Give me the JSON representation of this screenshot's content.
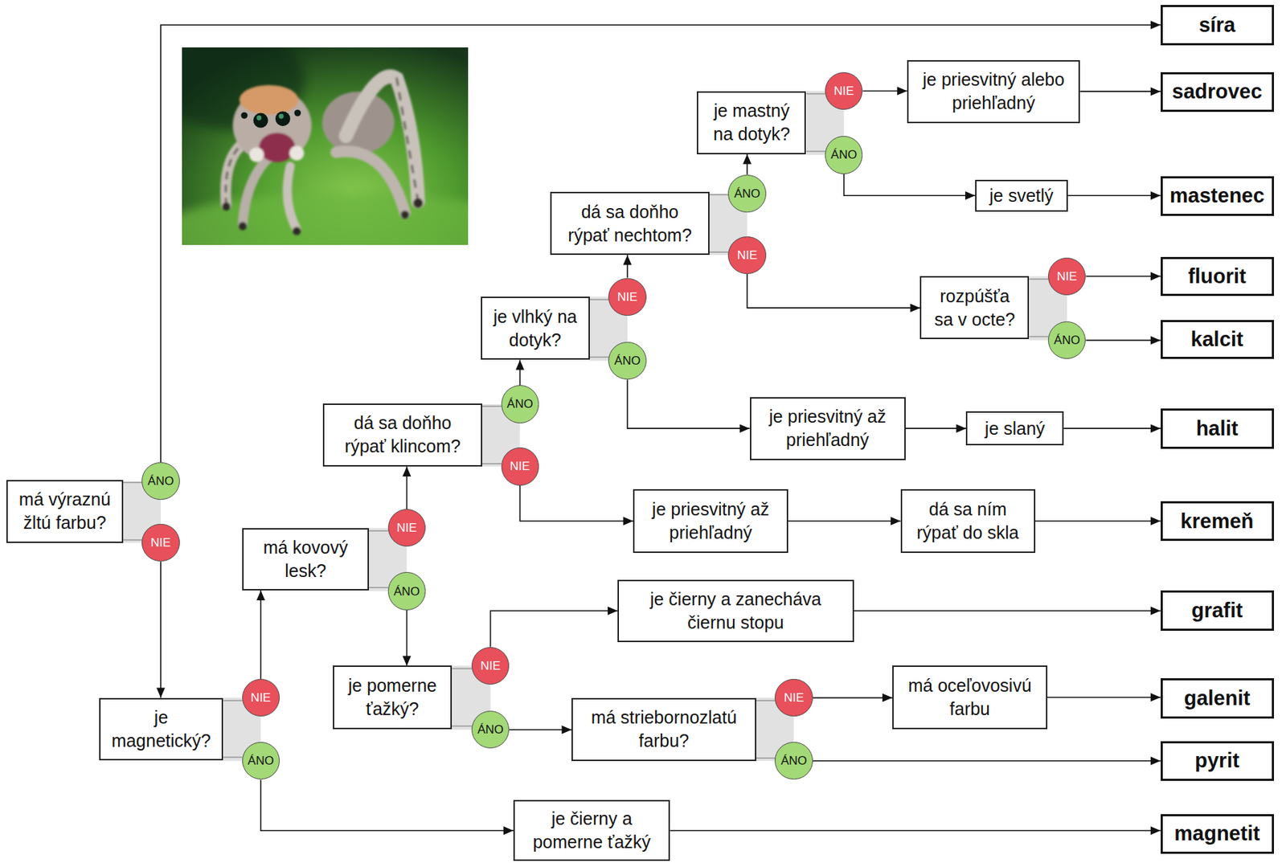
{
  "diagram": {
    "nodes": [
      {
        "text": [
          "má výraznú žltú farbu?"
        ]
      },
      {
        "text": [
          "ÁNO"
        ]
      },
      {
        "text": [
          "NIE"
        ]
      },
      {
        "text": [
          "síra"
        ]
      },
      {
        "text": [
          "je magnetický?"
        ]
      },
      {
        "text": [
          "NIE"
        ]
      },
      {
        "text": [
          "ÁNO"
        ]
      },
      {
        "text": [
          "je čierny a pomerne ťažký"
        ]
      },
      {
        "text": [
          "magnetit"
        ]
      },
      {
        "text": [
          "má kovový lesk?"
        ]
      },
      {
        "text": [
          "NIE"
        ]
      },
      {
        "text": [
          "ÁNO"
        ]
      },
      {
        "text": [
          "je pomerne ťažký?"
        ]
      },
      {
        "text": [
          "NIE"
        ]
      },
      {
        "text": [
          "ÁNO"
        ]
      },
      {
        "text": [
          "je čierny a zanecháva čiernu stopu"
        ]
      },
      {
        "text": [
          "grafit"
        ]
      },
      {
        "text": [
          "má striebornozlatú farbu?"
        ]
      },
      {
        "text": [
          "NIE"
        ]
      },
      {
        "text": [
          "ÁNO"
        ]
      },
      {
        "text": [
          "má oceľovosivú farbu"
        ]
      },
      {
        "text": [
          "galenit"
        ]
      },
      {
        "text": [
          "pyrit"
        ]
      },
      {
        "text": [
          "dá sa doňho rýpať klincom?"
        ]
      },
      {
        "text": [
          "ÁNO"
        ]
      },
      {
        "text": [
          "NIE"
        ]
      },
      {
        "text": [
          "je priesvitný až priehľadný"
        ]
      },
      {
        "text": [
          "dá sa ním rýpať do skla"
        ]
      },
      {
        "text": [
          "kremeň"
        ]
      },
      {
        "text": [
          "je vlhký na dotyk?"
        ]
      },
      {
        "text": [
          "NIE"
        ]
      },
      {
        "text": [
          "ÁNO"
        ]
      },
      {
        "text": [
          "je priesvitný až priehľadný"
        ]
      },
      {
        "text": [
          "je slaný"
        ]
      },
      {
        "text": [
          "halit"
        ]
      },
      {
        "text": [
          "dá sa doňho rýpať nechtom?"
        ]
      },
      {
        "text": [
          "ÁNO"
        ]
      },
      {
        "text": [
          "NIE"
        ]
      },
      {
        "text": [
          "rozpúšťa sa v octe?"
        ]
      },
      {
        "text": [
          "NIE"
        ]
      },
      {
        "text": [
          "ÁNO"
        ]
      },
      {
        "text": [
          "fluorit"
        ]
      },
      {
        "text": [
          "kalcit"
        ]
      },
      {
        "text": [
          "je mastný na dotyk?"
        ]
      },
      {
        "text": [
          "NIE"
        ]
      },
      {
        "text": [
          "ÁNO"
        ]
      },
      {
        "text": [
          "je priesvitný alebo priehľadný"
        ]
      },
      {
        "text": [
          "sadrovec"
        ]
      },
      {
        "text": [
          "je svetlý"
        ]
      },
      {
        "text": [
          "mastenec"
        ]
      }
    ],
    "edges": [
      {
        "from": 0,
        "to": 1,
        "arrow": "none"
      },
      {
        "from": 0,
        "to": 2,
        "arrow": "none"
      },
      {
        "from": 1,
        "to": 3,
        "arrow": "to"
      },
      {
        "from": 2,
        "to": 4,
        "arrow": "to"
      },
      {
        "from": 4,
        "to": 5,
        "arrow": "none"
      },
      {
        "from": 4,
        "to": 6,
        "arrow": "none"
      },
      {
        "from": 5,
        "to": 9,
        "arrow": "to"
      },
      {
        "from": 6,
        "to": 7,
        "arrow": "to"
      },
      {
        "from": 7,
        "to": 8,
        "arrow": "to"
      },
      {
        "from": 9,
        "to": 10,
        "arrow": "none"
      },
      {
        "from": 9,
        "to": 11,
        "arrow": "none"
      },
      {
        "from": 10,
        "to": 23,
        "arrow": "to"
      },
      {
        "from": 11,
        "to": 12,
        "arrow": "to"
      },
      {
        "from": 12,
        "to": 13,
        "arrow": "none"
      },
      {
        "from": 12,
        "to": 14,
        "arrow": "none"
      },
      {
        "from": 13,
        "to": 15,
        "arrow": "to"
      },
      {
        "from": 15,
        "to": 16,
        "arrow": "to"
      },
      {
        "from": 14,
        "to": 17,
        "arrow": "to"
      },
      {
        "from": 17,
        "to": 18,
        "arrow": "none"
      },
      {
        "from": 17,
        "to": 19,
        "arrow": "none"
      },
      {
        "from": 18,
        "to": 20,
        "arrow": "to"
      },
      {
        "from": 20,
        "to": 21,
        "arrow": "to"
      },
      {
        "from": 19,
        "to": 22,
        "arrow": "to"
      },
      {
        "from": 23,
        "to": 24,
        "arrow": "none"
      },
      {
        "from": 23,
        "to": 25,
        "arrow": "none"
      },
      {
        "from": 24,
        "to": 29,
        "arrow": "to"
      },
      {
        "from": 25,
        "to": 26,
        "arrow": "to"
      },
      {
        "from": 26,
        "to": 27,
        "arrow": "to"
      },
      {
        "from": 27,
        "to": 28,
        "arrow": "to"
      },
      {
        "from": 29,
        "to": 30,
        "arrow": "none"
      },
      {
        "from": 29,
        "to": 31,
        "arrow": "none"
      },
      {
        "from": 30,
        "to": 35,
        "arrow": "to"
      },
      {
        "from": 31,
        "to": 32,
        "arrow": "to"
      },
      {
        "from": 32,
        "to": 33,
        "arrow": "to"
      },
      {
        "from": 33,
        "to": 34,
        "arrow": "to"
      },
      {
        "from": 35,
        "to": 36,
        "arrow": "none"
      },
      {
        "from": 35,
        "to": 37,
        "arrow": "none"
      },
      {
        "from": 36,
        "to": 43,
        "arrow": "to"
      },
      {
        "from": 37,
        "to": 38,
        "arrow": "to"
      },
      {
        "from": 38,
        "to": 39,
        "arrow": "none"
      },
      {
        "from": 38,
        "to": 40,
        "arrow": "none"
      },
      {
        "from": 39,
        "to": 41,
        "arrow": "to"
      },
      {
        "from": 40,
        "to": 42,
        "arrow": "to"
      },
      {
        "from": 43,
        "to": 44,
        "arrow": "none"
      },
      {
        "from": 43,
        "to": 45,
        "arrow": "none"
      },
      {
        "from": 44,
        "to": 46,
        "arrow": "to"
      },
      {
        "from": 46,
        "to": 47,
        "arrow": "to"
      },
      {
        "from": 45,
        "to": 48,
        "arrow": "to"
      },
      {
        "from": 48,
        "to": 49,
        "arrow": "to"
      }
    ]
  }
}
